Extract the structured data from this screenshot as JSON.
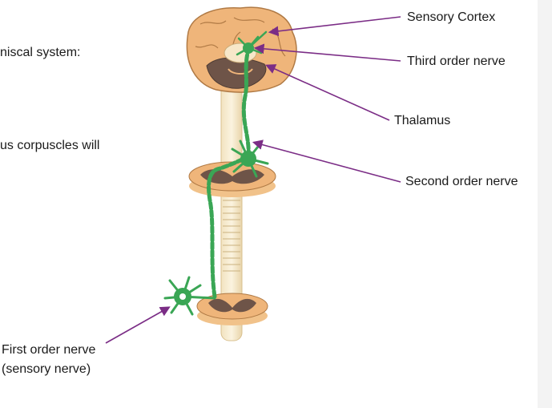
{
  "slide": {
    "fragment_1": "niscal system:",
    "fragment_2": "us corpuscles will"
  },
  "labels": {
    "sensory_cortex": "Sensory Cortex",
    "third_order": "Third order nerve",
    "thalamus": "Thalamus",
    "second_order": "Second order nerve",
    "first_order_line1": "First order nerve",
    "first_order_line2": "(sensory nerve)"
  },
  "colors": {
    "neuron": "#3aa655",
    "neuron_dark": "#2a7f3f",
    "annotation": "#7b2d86",
    "tissue": "#e6a66a",
    "tissue_dark": "#6e5448"
  }
}
